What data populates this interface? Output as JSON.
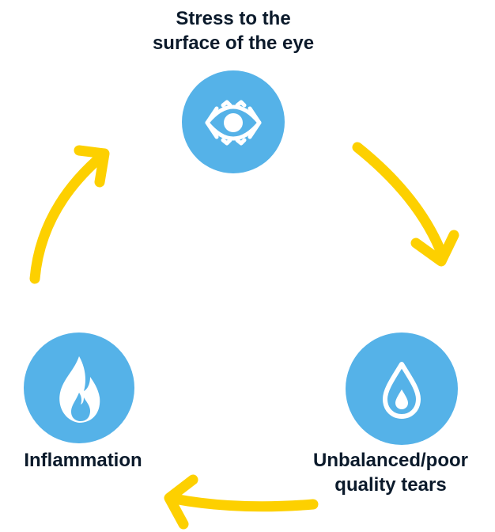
{
  "nodes": {
    "top": {
      "label_line1": "Stress to the",
      "label_line2": "surface of the eye",
      "icon": "eye-icon"
    },
    "right": {
      "label_line1": "Unbalanced/poor",
      "label_line2": "quality tears",
      "icon": "droplet-icon"
    },
    "left": {
      "label_line1": "Inflammation",
      "icon": "flame-icon"
    }
  },
  "colors": {
    "circle": "#55b2e8",
    "arrow": "#fdd000",
    "text": "#0b1a2b",
    "icon": "#ffffff"
  }
}
